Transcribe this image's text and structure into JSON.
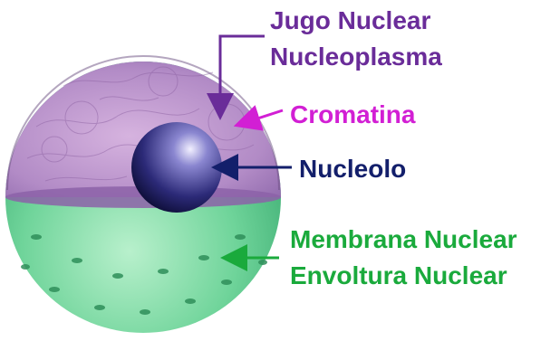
{
  "labels": {
    "jugo_nuclear": "Jugo Nuclear",
    "nucleoplasma": "Nucleoplasma",
    "cromatina": "Cromatina",
    "nucleolo": "Nucleolo",
    "membrana_nuclear": "Membrana Nuclear",
    "envoltura_nuclear": "Envoltura Nuclear"
  },
  "colors": {
    "jugo_nuclear": "#6a2c99",
    "cromatina": "#d21fd4",
    "nucleolo": "#131f6b",
    "membrana": "#1aaa3c",
    "nucleoplasm_fill": "#b889c8",
    "membrane_fill": "#7fd8a4",
    "nucleolus_fill": "#2a2a7a"
  }
}
